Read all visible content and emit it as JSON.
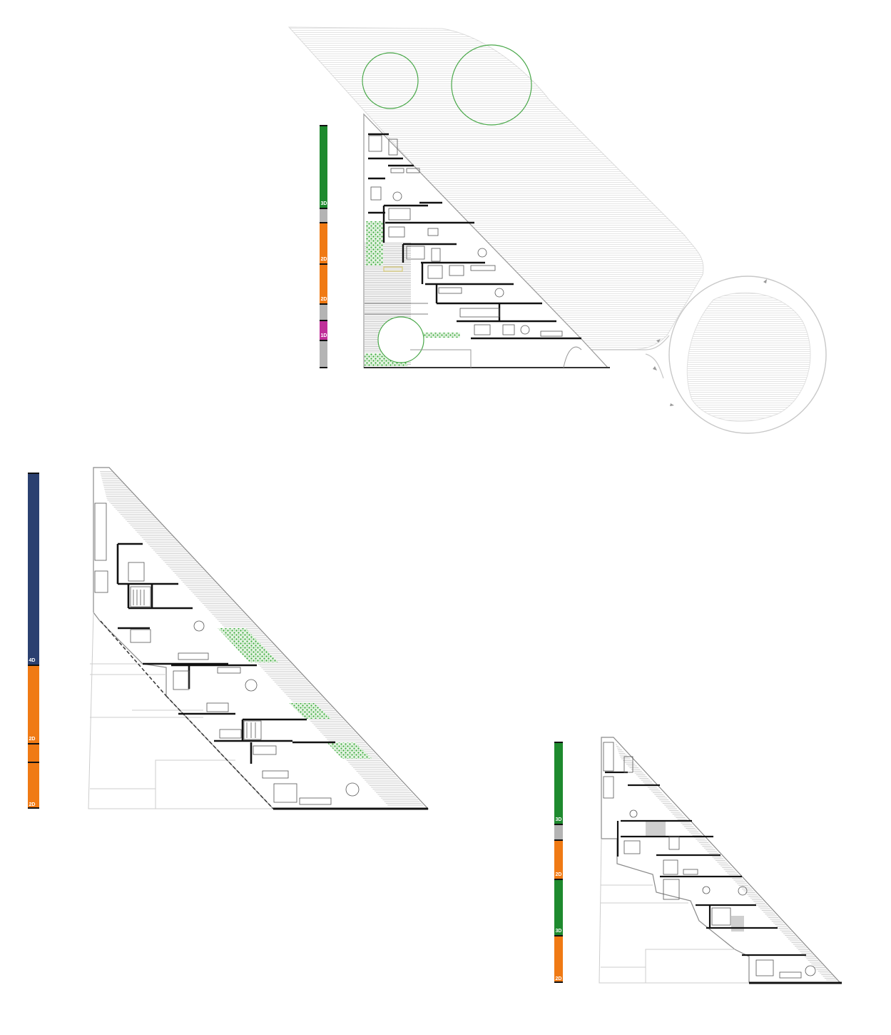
{
  "colors": {
    "green": "#1e8a2e",
    "orange": "#f07a14",
    "magenta": "#c0309a",
    "navy": "#2b4070",
    "grey": "#b4b4b4",
    "black": "#111111",
    "line": "#bdbdbd",
    "hatch": "#cfcfcf",
    "tree": "#4aa84a",
    "planting": "#3caa3c"
  },
  "plans": [
    {
      "id": "site-plan",
      "bar": [
        {
          "label": "3D",
          "color": "green"
        },
        {
          "label": "",
          "color": "grey"
        },
        {
          "label": "2D",
          "color": "orange"
        },
        {
          "label": "2D",
          "color": "orange"
        },
        {
          "label": "",
          "color": "grey"
        },
        {
          "label": "1D",
          "color": "magenta"
        },
        {
          "label": "",
          "color": "grey"
        }
      ]
    },
    {
      "id": "floor-plan-large",
      "bar": [
        {
          "label": "4D",
          "color": "navy"
        },
        {
          "label": "2D",
          "color": "orange"
        },
        {
          "label": "",
          "color": "orange"
        },
        {
          "label": "2D",
          "color": "orange"
        }
      ]
    },
    {
      "id": "floor-plan-small",
      "bar": [
        {
          "label": "3D",
          "color": "green"
        },
        {
          "label": "",
          "color": "grey"
        },
        {
          "label": "2D",
          "color": "orange"
        },
        {
          "label": "3D",
          "color": "green"
        },
        {
          "label": "2D",
          "color": "orange"
        }
      ]
    }
  ]
}
